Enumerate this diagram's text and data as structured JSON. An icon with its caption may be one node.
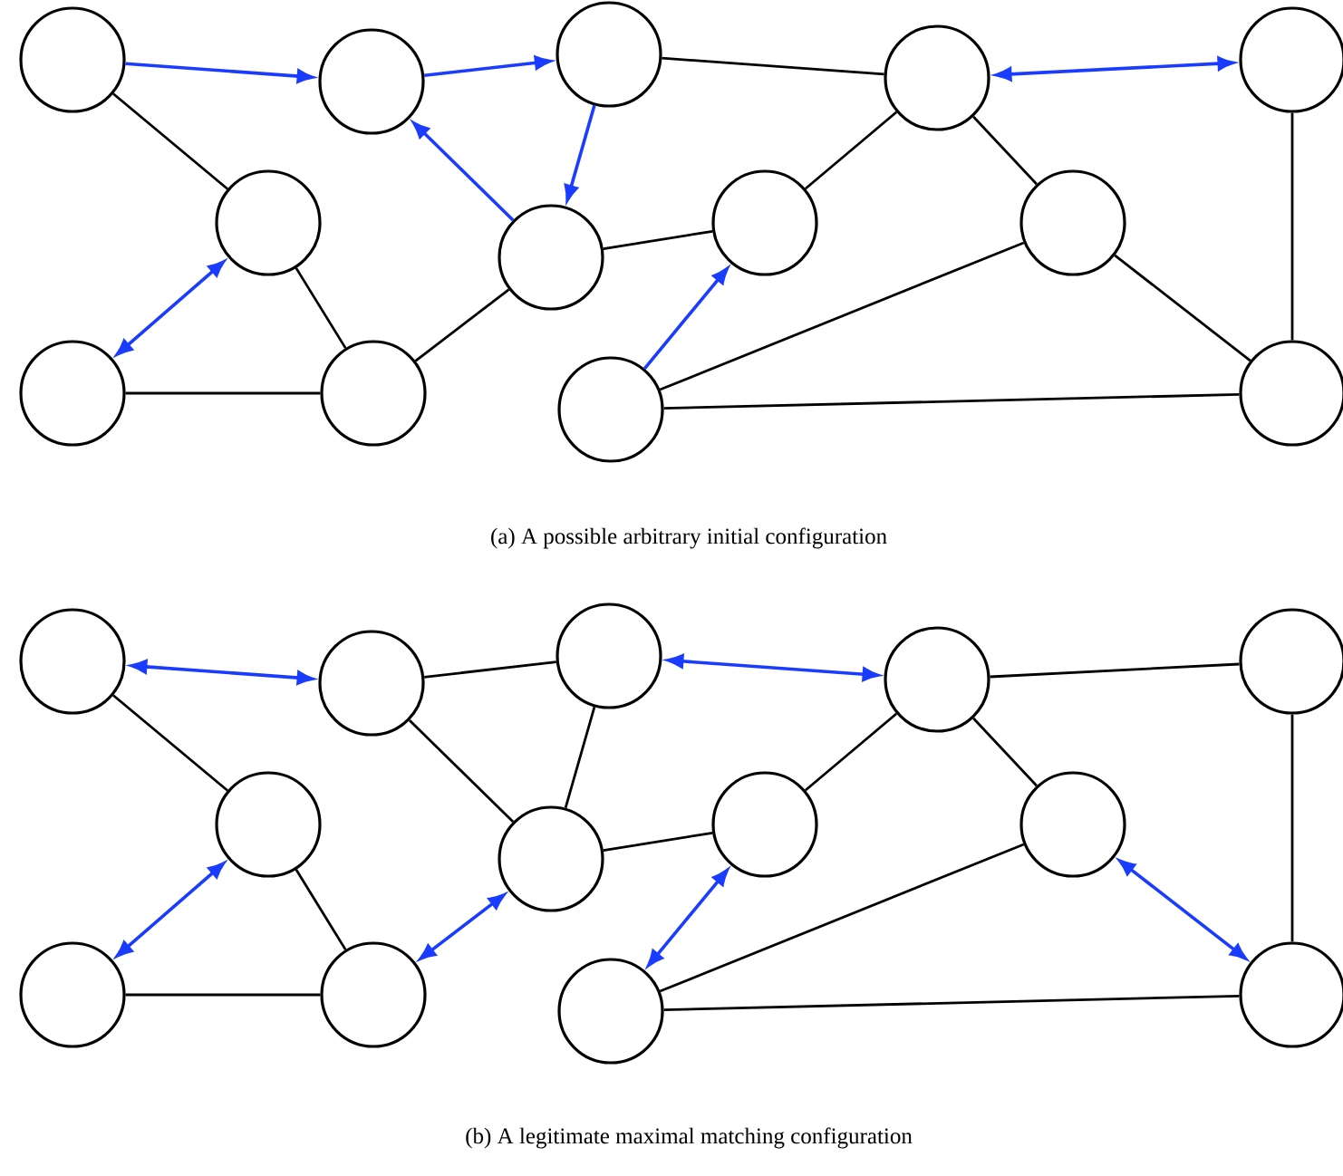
{
  "diagram": {
    "nodes": [
      {
        "text": [],
        "shape": "circle"
      },
      {
        "text": [],
        "shape": "circle"
      },
      {
        "text": [],
        "shape": "circle"
      },
      {
        "text": [],
        "shape": "circle"
      },
      {
        "text": [],
        "shape": "circle"
      },
      {
        "text": [],
        "shape": "circle"
      },
      {
        "text": [],
        "shape": "circle"
      },
      {
        "text": [],
        "shape": "circle"
      },
      {
        "text": [],
        "shape": "circle"
      },
      {
        "text": [],
        "shape": "circle"
      },
      {
        "text": [],
        "shape": "circle"
      },
      {
        "text": [],
        "shape": "circle"
      },
      {
        "text": [],
        "shape": "circle"
      },
      {
        "text": [],
        "shape": "circle"
      },
      {
        "text": [],
        "shape": "circle"
      },
      {
        "text": [],
        "shape": "circle"
      },
      {
        "text": [],
        "shape": "circle"
      },
      {
        "text": [],
        "shape": "circle"
      },
      {
        "text": [],
        "shape": "circle"
      },
      {
        "text": [],
        "shape": "circle"
      },
      {
        "text": [],
        "shape": "circle"
      },
      {
        "text": [],
        "shape": "circle"
      },
      {
        "text": [],
        "shape": "circle"
      },
      {
        "text": [],
        "shape": "circle"
      },
      {
        "text": [],
        "shape": "circle"
      },
      {
        "text": [],
        "shape": "circle"
      }
    ],
    "edges": [
      {
        "from": 0,
        "to": 1,
        "arrow": "to",
        "color": "#1a3cff"
      },
      {
        "from": 1,
        "to": 2,
        "arrow": "to",
        "color": "#1a3cff"
      },
      {
        "from": 2,
        "to": 6,
        "arrow": "to",
        "color": "#1a3cff"
      },
      {
        "from": 6,
        "to": 1,
        "arrow": "to",
        "color": "#1a3cff"
      },
      {
        "from": 2,
        "to": 3,
        "arrow": "none"
      },
      {
        "from": 3,
        "to": 4,
        "arrow": "both",
        "color": "#1a3cff"
      },
      {
        "from": 0,
        "to": 5,
        "arrow": "none"
      },
      {
        "from": 5,
        "to": 9,
        "arrow": "both",
        "color": "#1a3cff"
      },
      {
        "from": 5,
        "to": 10,
        "arrow": "none"
      },
      {
        "from": 9,
        "to": 10,
        "arrow": "none"
      },
      {
        "from": 10,
        "to": 6,
        "arrow": "none"
      },
      {
        "from": 6,
        "to": 7,
        "arrow": "none"
      },
      {
        "from": 7,
        "to": 3,
        "arrow": "none"
      },
      {
        "from": 3,
        "to": 8,
        "arrow": "none"
      },
      {
        "from": 8,
        "to": 11,
        "arrow": "none"
      },
      {
        "from": 8,
        "to": 12,
        "arrow": "none"
      },
      {
        "from": 4,
        "to": 12,
        "arrow": "none"
      },
      {
        "from": 11,
        "to": 7,
        "arrow": "to",
        "color": "#1a3cff"
      },
      {
        "from": 11,
        "to": 12,
        "arrow": "none"
      },
      {
        "from": 13,
        "to": 14,
        "arrow": "both",
        "color": "#1a3cff"
      },
      {
        "from": 14,
        "to": 15,
        "arrow": "none"
      },
      {
        "from": 14,
        "to": 19,
        "arrow": "none"
      },
      {
        "from": 15,
        "to": 19,
        "arrow": "none"
      },
      {
        "from": 15,
        "to": 16,
        "arrow": "both",
        "color": "#1a3cff"
      },
      {
        "from": 16,
        "to": 17,
        "arrow": "none"
      },
      {
        "from": 13,
        "to": 18,
        "arrow": "none"
      },
      {
        "from": 18,
        "to": 22,
        "arrow": "both",
        "color": "#1a3cff"
      },
      {
        "from": 18,
        "to": 23,
        "arrow": "none"
      },
      {
        "from": 22,
        "to": 23,
        "arrow": "none"
      },
      {
        "from": 23,
        "to": 19,
        "arrow": "both",
        "color": "#1a3cff"
      },
      {
        "from": 19,
        "to": 20,
        "arrow": "none"
      },
      {
        "from": 20,
        "to": 16,
        "arrow": "none"
      },
      {
        "from": 16,
        "to": 21,
        "arrow": "none"
      },
      {
        "from": 21,
        "to": 24,
        "arrow": "none"
      },
      {
        "from": 21,
        "to": 25,
        "arrow": "both",
        "color": "#1a3cff"
      },
      {
        "from": 17,
        "to": 25,
        "arrow": "none"
      },
      {
        "from": 24,
        "to": 20,
        "arrow": "both",
        "color": "#1a3cff"
      },
      {
        "from": 24,
        "to": 25,
        "arrow": "none"
      }
    ],
    "labels": [
      "(a)  A possible arbitrary initial configuration",
      "(b)  A legitimate maximal matching configuration"
    ]
  }
}
